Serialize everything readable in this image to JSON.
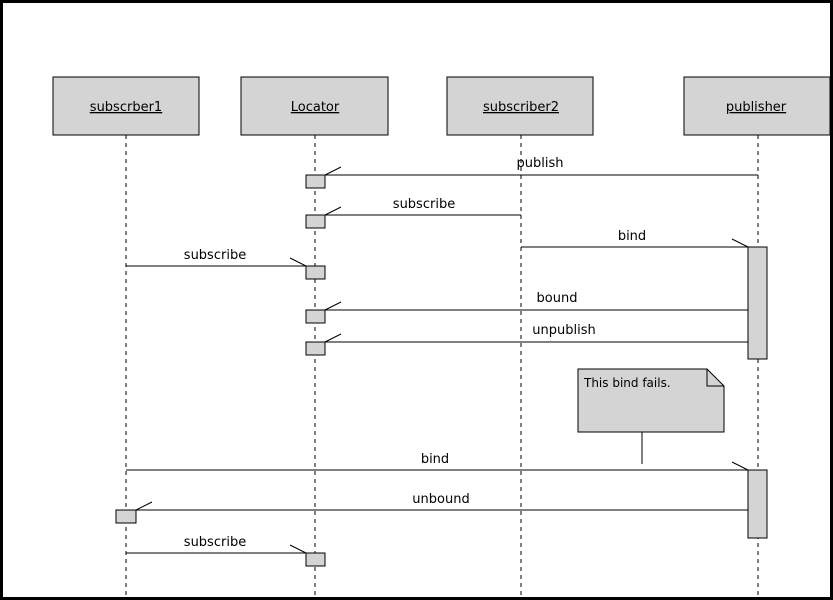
{
  "colors": {
    "box_fill": "#d4d4d4",
    "stroke": "#000000",
    "background": "#ffffff"
  },
  "participants": [
    {
      "id": "subscriber1",
      "label": "subscrber1"
    },
    {
      "id": "locator",
      "label": "Locator"
    },
    {
      "id": "subscriber2",
      "label": "subscriber2"
    },
    {
      "id": "publisher",
      "label": "publisher"
    }
  ],
  "messages": [
    {
      "from": "publisher",
      "to": "locator",
      "label": "publish"
    },
    {
      "from": "subscriber2",
      "to": "locator",
      "label": "subscribe"
    },
    {
      "from": "subscriber2",
      "to": "publisher",
      "label": "bind"
    },
    {
      "from": "subscriber1",
      "to": "locator",
      "label": "subscribe"
    },
    {
      "from": "publisher",
      "to": "locator",
      "label": "bound"
    },
    {
      "from": "publisher",
      "to": "locator",
      "label": "unpublish"
    },
    {
      "from": "subscriber1",
      "to": "publisher",
      "label": "bind"
    },
    {
      "from": "publisher",
      "to": "subscriber1",
      "label": "unbound"
    },
    {
      "from": "subscriber1",
      "to": "locator",
      "label": "subscribe"
    }
  ],
  "note": {
    "text": "This bind fails."
  }
}
